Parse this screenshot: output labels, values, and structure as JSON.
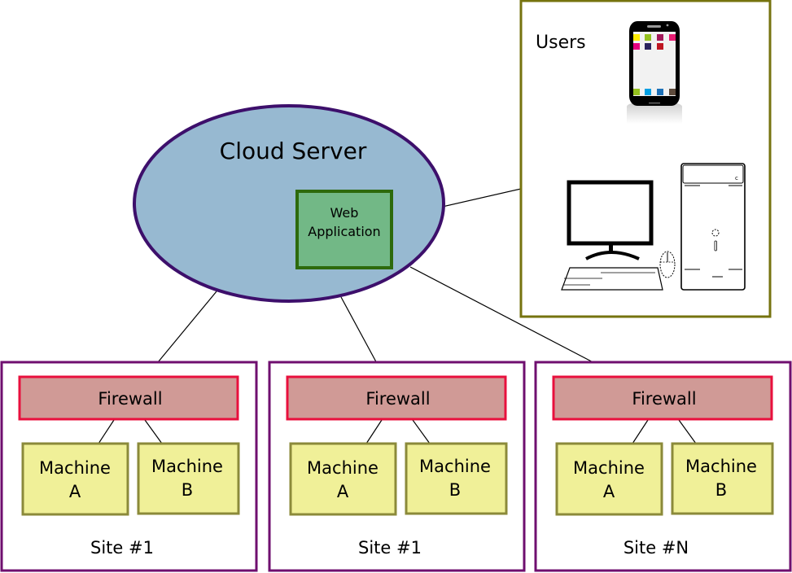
{
  "colors": {
    "cloud_fill": "#97b9d1",
    "cloud_stroke": "#3d0f6b",
    "webapp_fill": "#72b886",
    "webapp_stroke": "#2d6a0c",
    "users_border": "#76730f",
    "site_border": "#6f0f6f",
    "firewall_fill": "#d09a96",
    "firewall_stroke": "#e8103d",
    "machine_fill": "#f0f098",
    "machine_stroke": "#8b8a3a",
    "connector": "#000000"
  },
  "cloud": {
    "title": "Cloud Server",
    "web_app_line1": "Web",
    "web_app_line2": "Application"
  },
  "users": {
    "label": "Users",
    "devices": [
      "smartphone-icon",
      "desktop-computer-icon"
    ],
    "phone_app_colors": [
      "#ffec00",
      "#95c11f",
      "#a3195b",
      "#e71d73",
      "#e6007e",
      "#2a235e",
      "#be1622",
      "#95c11f",
      "#009fe3",
      "#1d71b8",
      "#5e4b3c"
    ]
  },
  "sites": [
    {
      "label": "Site #1",
      "firewall": "Firewall",
      "machines": [
        {
          "line1": "Machine",
          "line2": "A"
        },
        {
          "line1": "Machine",
          "line2": "B"
        }
      ]
    },
    {
      "label": "Site #1",
      "firewall": "Firewall",
      "machines": [
        {
          "line1": "Machine",
          "line2": "A"
        },
        {
          "line1": "Machine",
          "line2": "B"
        }
      ]
    },
    {
      "label": "Site #N",
      "firewall": "Firewall",
      "machines": [
        {
          "line1": "Machine",
          "line2": "A"
        },
        {
          "line1": "Machine",
          "line2": "B"
        }
      ]
    }
  ]
}
